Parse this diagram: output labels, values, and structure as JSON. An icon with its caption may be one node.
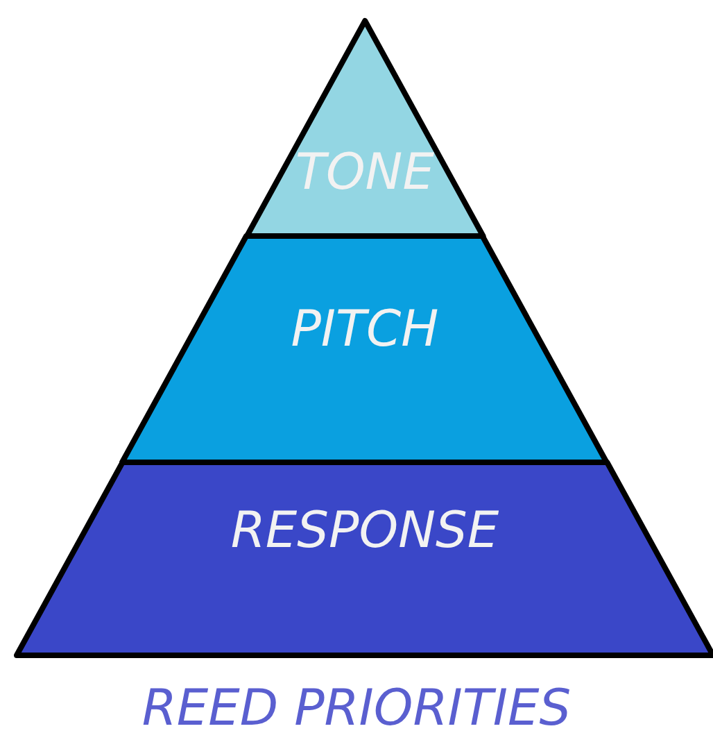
{
  "diagram": {
    "caption": "REED PRIORITIES",
    "nodes": [
      {
        "text": [
          "TONE"
        ]
      },
      {
        "text": [
          "PITCH"
        ]
      },
      {
        "text": [
          "RESPONSE"
        ]
      }
    ]
  }
}
